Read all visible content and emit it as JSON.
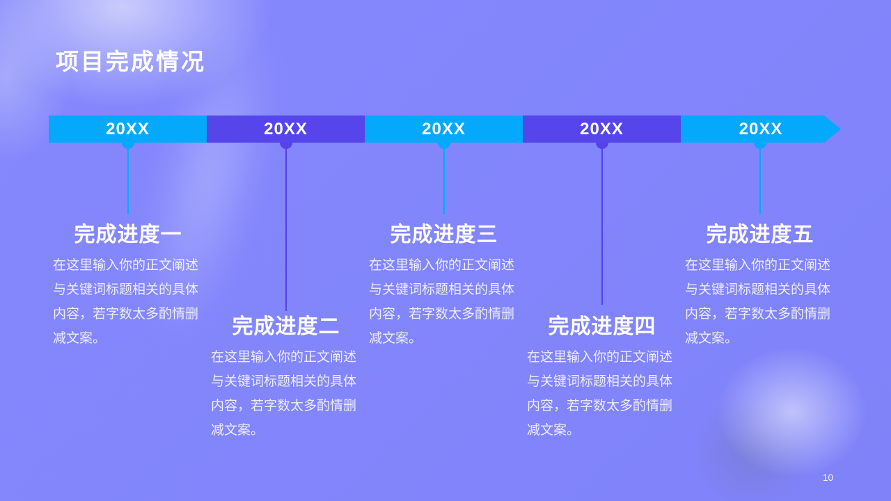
{
  "slide": {
    "title": "项目完成情况",
    "page_number": "10"
  },
  "colors": {
    "background": "#8285FB",
    "cyan": "#05A9FC",
    "purple": "#5645EB",
    "text": "#FFFFFF"
  },
  "timeline": {
    "items": [
      {
        "year": "20XX",
        "color": "cyan",
        "heading": "完成进度一",
        "body_lines": [
          "在这里输入你的正文阐述",
          "与关键词标题相关的具体",
          "内容，若字数太多酌情删",
          "减文案。"
        ]
      },
      {
        "year": "20XX",
        "color": "purple",
        "heading": "完成进度二",
        "body_lines": [
          "在这里输入你的正文阐述",
          "与关键词标题相关的具体",
          "内容，若字数太多酌情删",
          "减文案。"
        ]
      },
      {
        "year": "20XX",
        "color": "cyan",
        "heading": "完成进度三",
        "body_lines": [
          "在这里输入你的正文阐述",
          "与关键词标题相关的具体",
          "内容，若字数太多酌情删",
          "减文案。"
        ]
      },
      {
        "year": "20XX",
        "color": "purple",
        "heading": "完成进度四",
        "body_lines": [
          "在这里输入你的正文阐述",
          "与关键词标题相关的具体",
          "内容，若字数太多酌情删",
          "减文案。"
        ]
      },
      {
        "year": "20XX",
        "color": "cyan",
        "heading": "完成进度五",
        "body_lines": [
          "在这里输入你的正文阐述",
          "与关键词标题相关的具体",
          "内容，若字数太多酌情删",
          "减文案。"
        ]
      }
    ]
  }
}
